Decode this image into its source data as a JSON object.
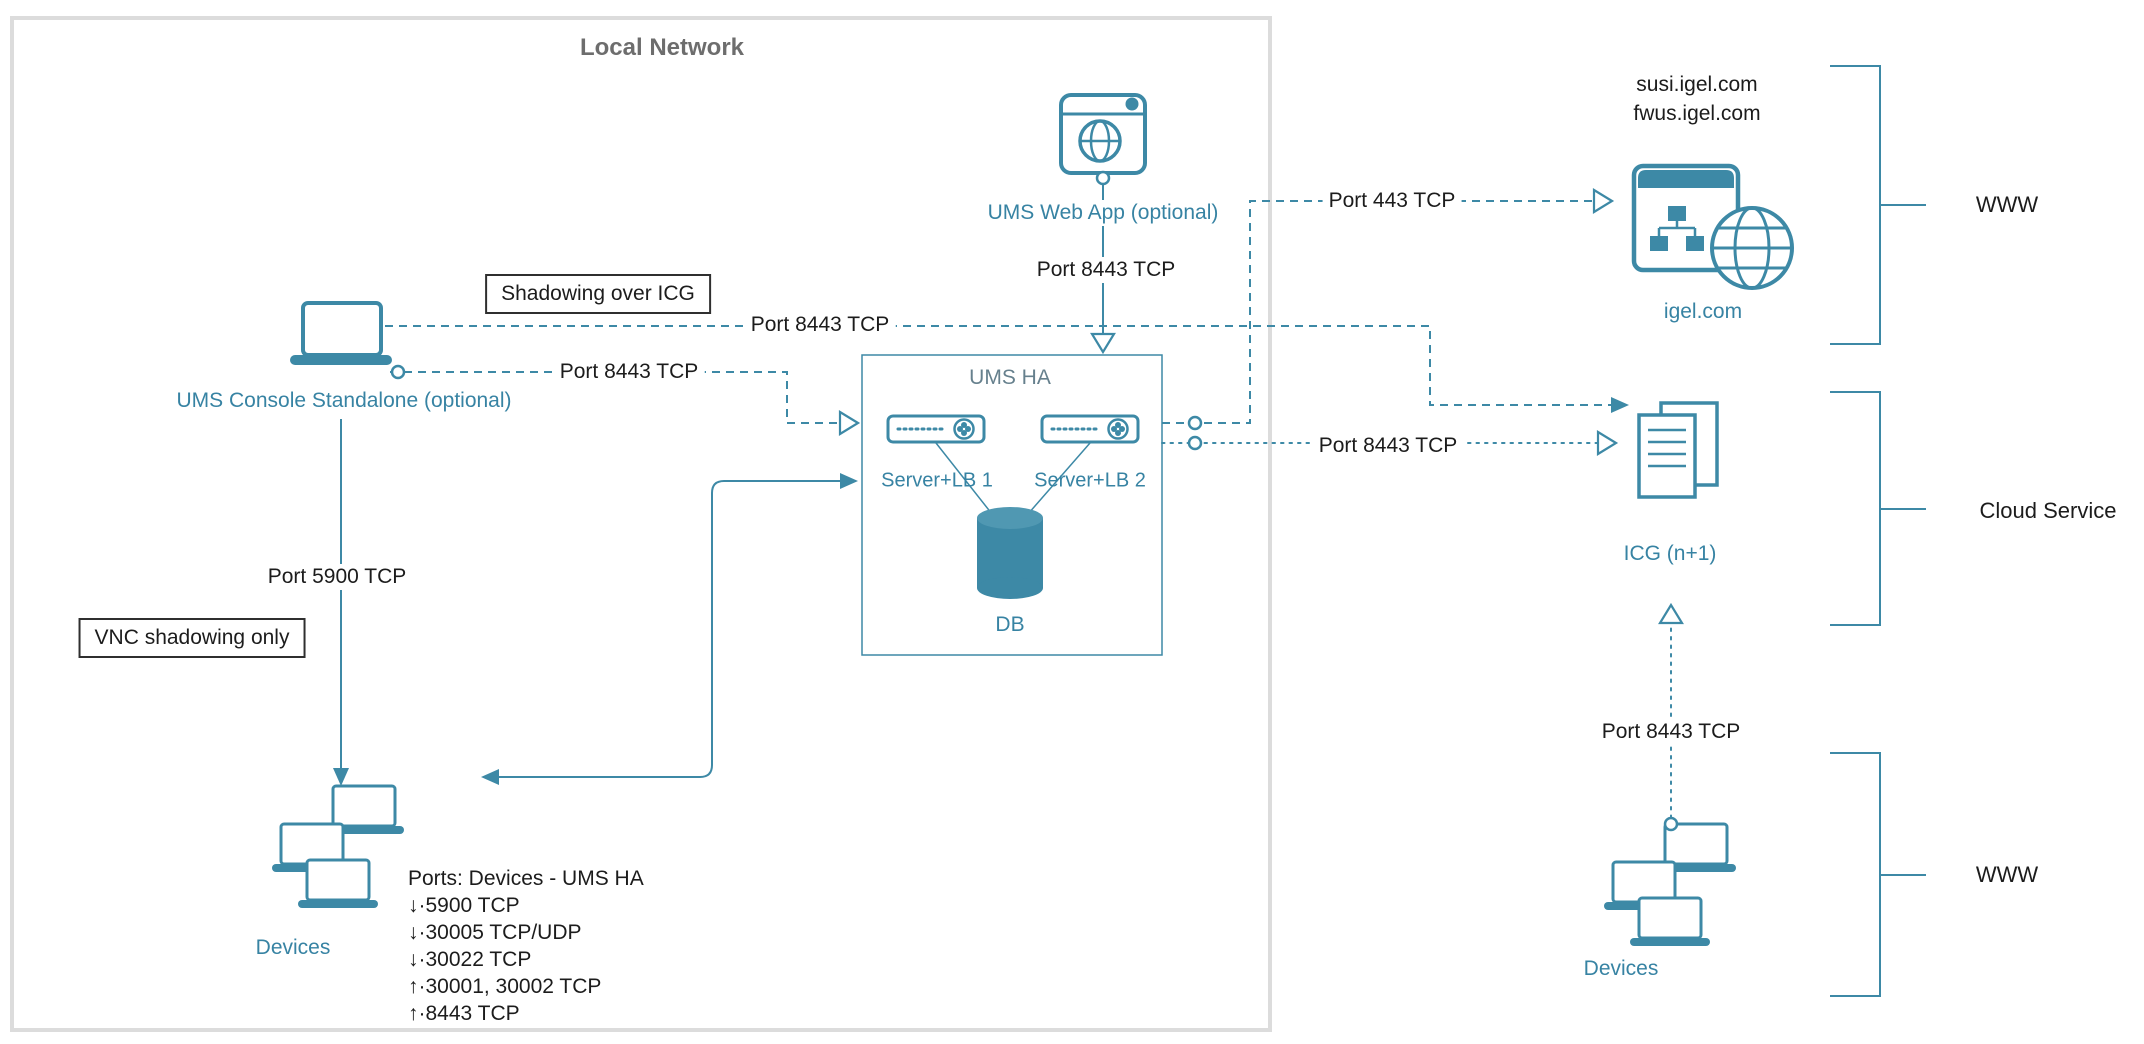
{
  "colors": {
    "accent": "#3d89a6",
    "label_teal": "#3783a3",
    "text_black": "#1c1c1c",
    "title_gray": "#6d6d6d",
    "umsha_label": "#66808d",
    "box_border": "#dcdcdc",
    "db_top": "#5098b2"
  },
  "local_network": {
    "title": "Local Network"
  },
  "nodes": {
    "ums_web_app": {
      "label": "UMS Web App (optional)"
    },
    "ums_console": {
      "label": "UMS Console Standalone (optional)"
    },
    "ums_ha": {
      "title": "UMS HA",
      "server1": "Server+LB 1",
      "server2": "Server+LB 2",
      "db": "DB"
    },
    "devices_left": {
      "label": "Devices"
    },
    "igel": {
      "domain1": "susi.igel.com",
      "domain2": "fwus.igel.com",
      "label": "igel.com"
    },
    "icg": {
      "label": "ICG (n+1)"
    },
    "devices_right": {
      "label": "Devices"
    }
  },
  "edges": {
    "webapp_to_umsha": "Port 8443 TCP",
    "shadowing_path": "Port 8443 TCP",
    "console_to_umsha": "Port 8443 TCP",
    "umsha_to_igel": "Port 443 TCP",
    "umsha_to_icg": "Port 8443 TCP",
    "console_to_devices": "Port 5900 TCP",
    "devices_to_icg": "Port 8443 TCP"
  },
  "callouts": {
    "shadowing": "Shadowing over ICG",
    "vnc": "VNC shadowing only"
  },
  "ports_list": {
    "title": "Ports: Devices - UMS HA",
    "items": [
      "↓·5900 TCP",
      "↓·30005 TCP/UDP",
      "↓·30022 TCP",
      "↑·30001, 30002 TCP",
      "↑·8443 TCP"
    ]
  },
  "brackets": {
    "www_top": "WWW",
    "cloud_service": "Cloud Service",
    "www_bottom": "WWW"
  },
  "icons": {
    "laptop": "laptop-icon",
    "browser_globe": "web-app-browser-icon",
    "server_lb": "server-icon",
    "database": "database-icon",
    "sitemap_globe": "igel-sitemap-globe-icon",
    "document_stack": "icg-document-icon",
    "connector": "connector-dot"
  }
}
